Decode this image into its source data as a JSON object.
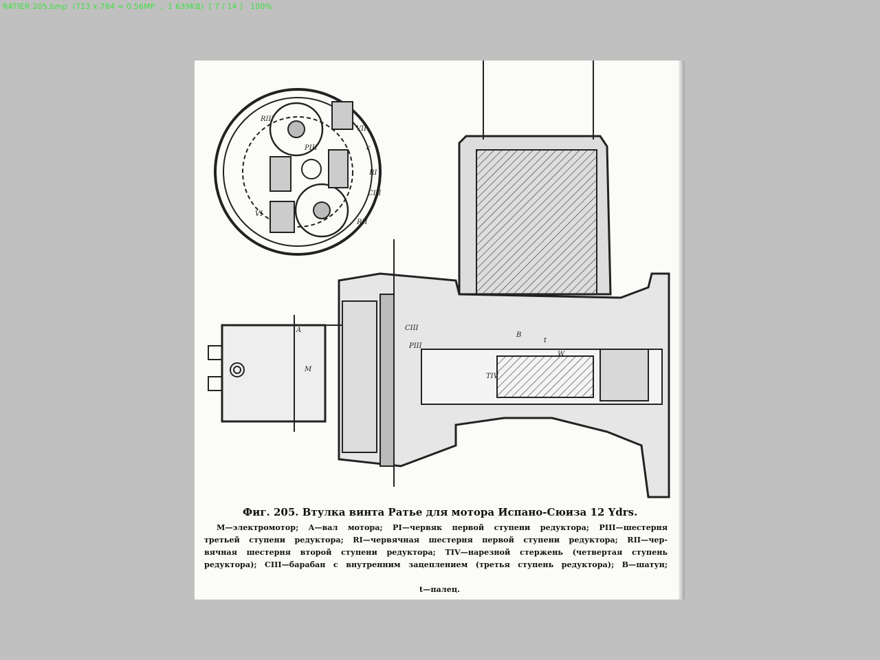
{
  "viewer": {
    "status_line": "RATIER 205.bmp  (713 x 784 = 0.56MP  ,  1 639KB)  [ 7 / 14 ]   100%"
  },
  "document": {
    "caption_title": "Фиг. 205. Втулка винта Ратье для мотора Испано-Сюиза 12 Ydrs.",
    "caption_lines": [
      "M—электромотор; A—вал мотора; PI—червяк первой ступени редуктора; PIII—шестерня",
      "третьей ступени редуктора; RI—червячная шестерня первой ступени редуктора; RII—чер-",
      "вячная шестерня второй ступени редуктора; TIV—нарезной стержень (четвертая ступень",
      "редуктора); CIII—барабан с внутренним зацеплением (третья ступень редуктора); B—шатун;",
      "t—палец."
    ],
    "drawing_labels": [
      "M",
      "A",
      "RIII",
      "PIII",
      "VII",
      "c",
      "RI",
      "CIII",
      "VI",
      "RII",
      "CIII",
      "PIII",
      "TIV",
      "B",
      "t",
      "W"
    ]
  }
}
